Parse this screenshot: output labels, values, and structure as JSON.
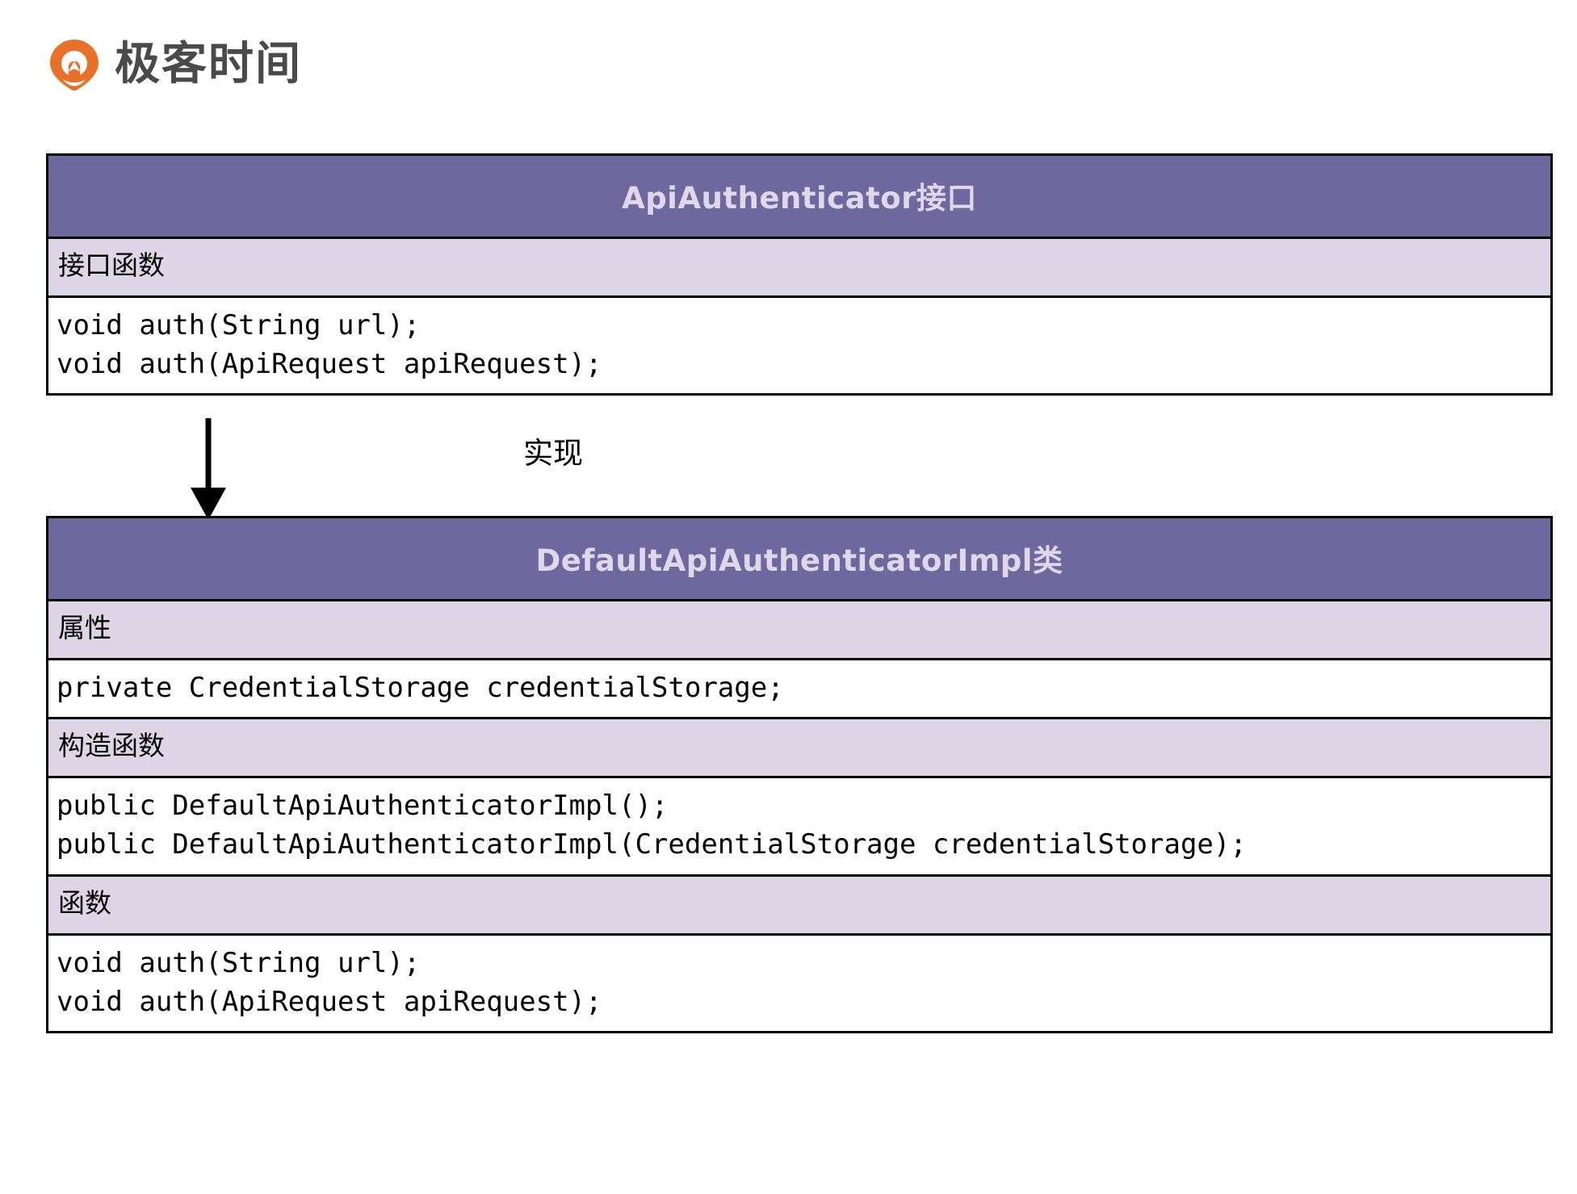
{
  "brand": {
    "logo_icon": "geektime-pin-icon",
    "name": "极客时间",
    "accent_color": "#e8712a"
  },
  "diagram": {
    "type": "uml-class-diagram",
    "colors": {
      "title_background": "#6f689e",
      "title_text": "#ded8ea",
      "section_label_background": "#ded6e7",
      "body_background": "#ffffff",
      "border": "#000000"
    },
    "connector": {
      "label": "实现",
      "style": "solid-arrow-down",
      "from": "ApiAuthenticator接口",
      "to": "DefaultApiAuthenticatorImpl类"
    },
    "classes": [
      {
        "id": "interface",
        "title": "ApiAuthenticator接口",
        "sections": [
          {
            "label": "接口函数",
            "body": "void auth(String url);\nvoid auth(ApiRequest apiRequest);"
          }
        ]
      },
      {
        "id": "impl",
        "title": "DefaultApiAuthenticatorImpl类",
        "sections": [
          {
            "label": "属性",
            "body": "private CredentialStorage credentialStorage;"
          },
          {
            "label": "构造函数",
            "body": "public DefaultApiAuthenticatorImpl();\npublic DefaultApiAuthenticatorImpl(CredentialStorage credentialStorage);"
          },
          {
            "label": "函数",
            "body": "void auth(String url);\nvoid auth(ApiRequest apiRequest);"
          }
        ]
      }
    ]
  }
}
